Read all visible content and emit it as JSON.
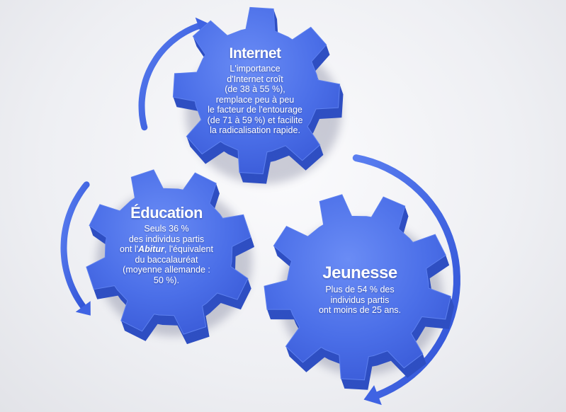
{
  "colors": {
    "gear_face": "#4b6fe8",
    "gear_side": "#2f4fc2",
    "arrow": "#3f63e3",
    "text": "#ffffff"
  },
  "gears": {
    "internet": {
      "title": "Internet",
      "lines": [
        "L'importance",
        "d'Internet croît",
        "(de 38 à 55 %),",
        "remplace peu à peu",
        "le facteur de l'entourage",
        "(de 71 à 59 %) et facilite",
        "la radicalisation rapide."
      ]
    },
    "education": {
      "title": "Éducation",
      "line1": "Seuls 36 %",
      "line2": "des individus partis",
      "line3_pre": "ont l'",
      "line3_em": "Abitur",
      "line3_post": ", l'équivalent",
      "line4": "du baccalauréat",
      "line5": "(moyenne allemande :",
      "line6": "50 %)."
    },
    "jeunesse": {
      "title": "Jeunesse",
      "lines": [
        "Plus de 54 % des",
        "individus partis",
        "ont moins de 25 ans."
      ]
    }
  },
  "arrows": [
    {
      "name": "arrow-top-left",
      "direction": "clockwise"
    },
    {
      "name": "arrow-left",
      "direction": "counterclockwise"
    },
    {
      "name": "arrow-right",
      "direction": "clockwise"
    }
  ]
}
